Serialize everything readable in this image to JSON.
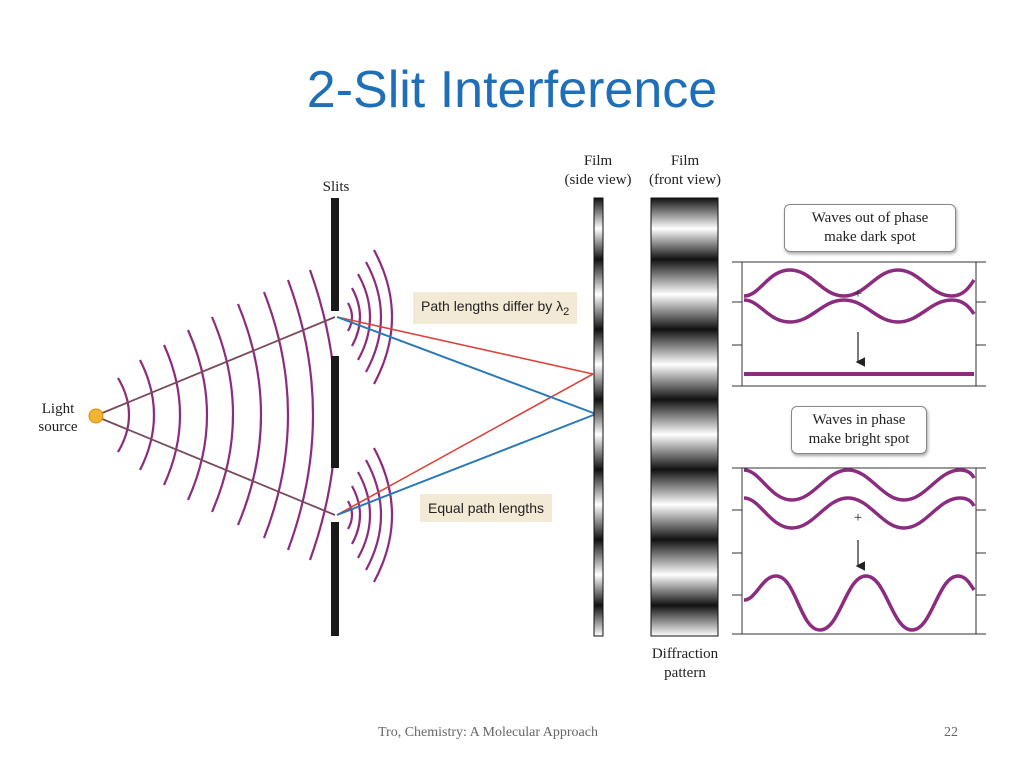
{
  "title": "2-Slit Interference",
  "labels": {
    "slits": "Slits",
    "light": "Light",
    "source": "source",
    "film_side_1": "Film",
    "film_side_2": "(side view)",
    "film_front_1": "Film",
    "film_front_2": "(front view)",
    "diffraction_1": "Diffraction",
    "diffraction_2": "pattern"
  },
  "tags": {
    "path_differ_prefix": "Path lengths differ by λ",
    "path_differ_sub": "2",
    "equal_paths": "Equal path lengths"
  },
  "callouts": {
    "out_of_phase_1": "Waves out of phase",
    "out_of_phase_2": "make dark spot",
    "in_phase_1": "Waves in phase",
    "in_phase_2": "make bright spot"
  },
  "plus_sign": "+",
  "footer": {
    "citation": "Tro, Chemistry: A Molecular Approach",
    "page_number": "22"
  },
  "colors": {
    "title": "#1f6fb8",
    "wave": "#8b2c7e",
    "ray_red": "#d9443a",
    "ray_blue": "#2a7ab8",
    "ray_brown": "#7a4a5a",
    "source": "#f2b431",
    "tag_bg": "#f3ead5"
  }
}
